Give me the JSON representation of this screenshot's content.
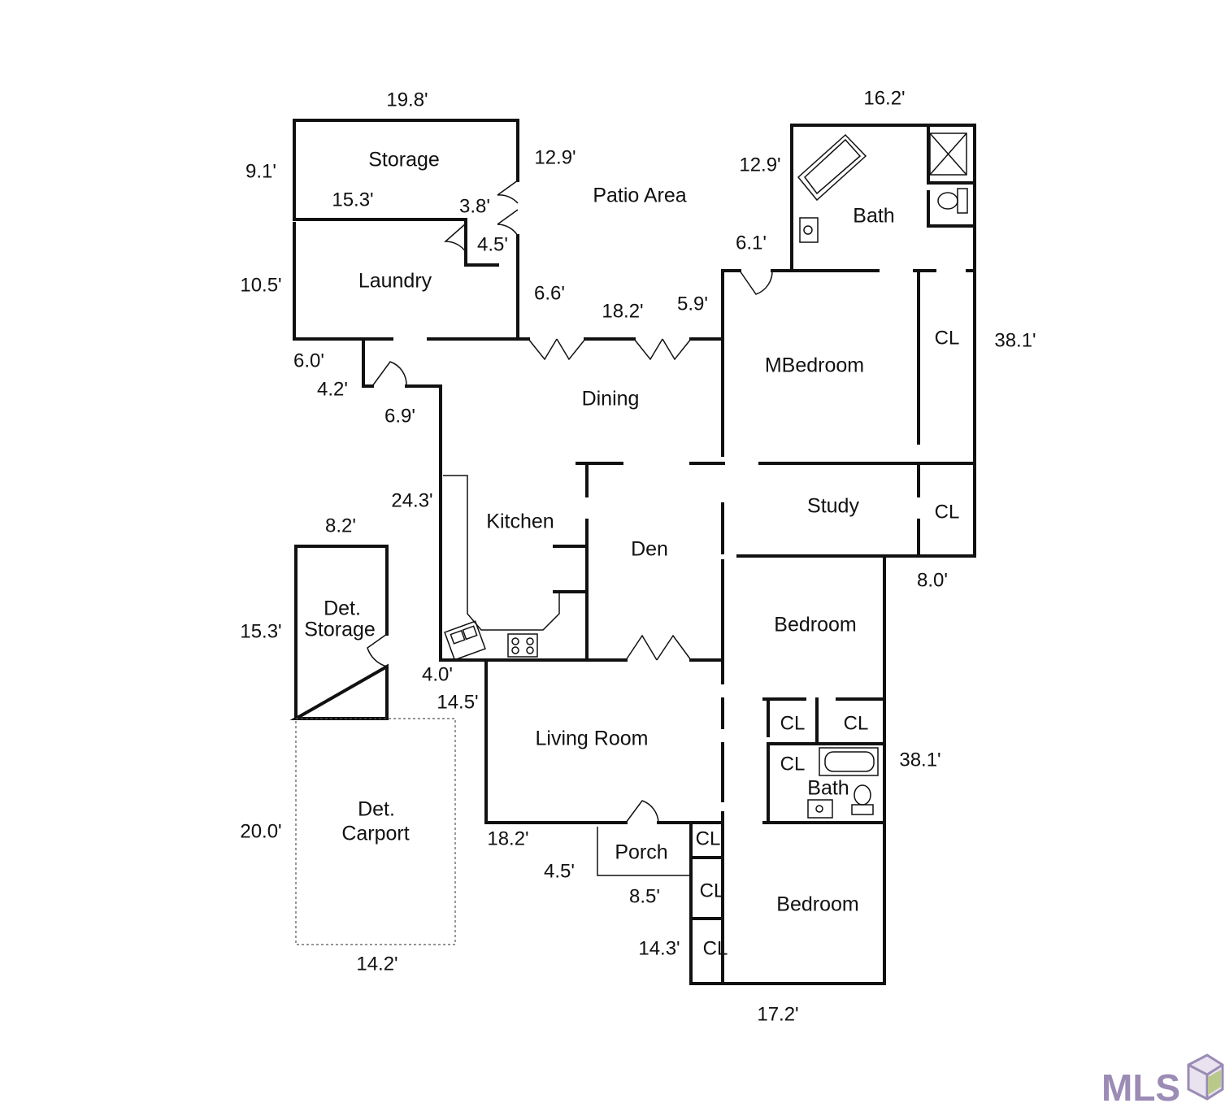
{
  "rooms": {
    "storage": "Storage",
    "patio": "Patio Area",
    "bath_master": "Bath",
    "laundry": "Laundry",
    "dining": "Dining",
    "mbedroom": "MBedroom",
    "study": "Study",
    "kitchen": "Kitchen",
    "den": "Den",
    "bedroom_1": "Bedroom",
    "det_storage_1": "Det.",
    "det_storage_2": "Storage",
    "living_room": "Living Room",
    "bath_hall": "Bath",
    "det_carport_1": "Det.",
    "det_carport_2": "Carport",
    "porch": "Porch",
    "bedroom_2": "Bedroom",
    "closet": "CL"
  },
  "dimensions": {
    "storage_width": "19.8'",
    "bath_width": "16.2'",
    "storage_height": "9.1'",
    "patio_left": "12.9'",
    "patio_right": "12.9'",
    "storage_inner": "15.3'",
    "door_3_8": "3.8'",
    "door_4_5": "4.5'",
    "bath_jog": "6.1'",
    "laundry_height": "10.5'",
    "patio_jog_left": "6.6'",
    "patio_length": "18.2'",
    "patio_jog_right": "5.9'",
    "right_wall_top": "38.1'",
    "laundry_step": "6.0'",
    "entry_step": "4.2'",
    "entry_jog": "6.9'",
    "kitchen_wall": "24.3'",
    "det_storage_width": "8.2'",
    "study_jog": "8.0'",
    "det_storage_height": "15.3'",
    "living_step": "4.0'",
    "living_height": "14.5'",
    "right_wall_bottom": "38.1'",
    "carport_height": "20.0'",
    "living_width": "18.2'",
    "porch_depth": "4.5'",
    "porch_width": "8.5'",
    "bedroom_jog": "14.3'",
    "carport_width": "14.2'",
    "bottom_width": "17.2'"
  },
  "watermark": {
    "text": "MLS",
    "color": "#9b8bb5"
  }
}
